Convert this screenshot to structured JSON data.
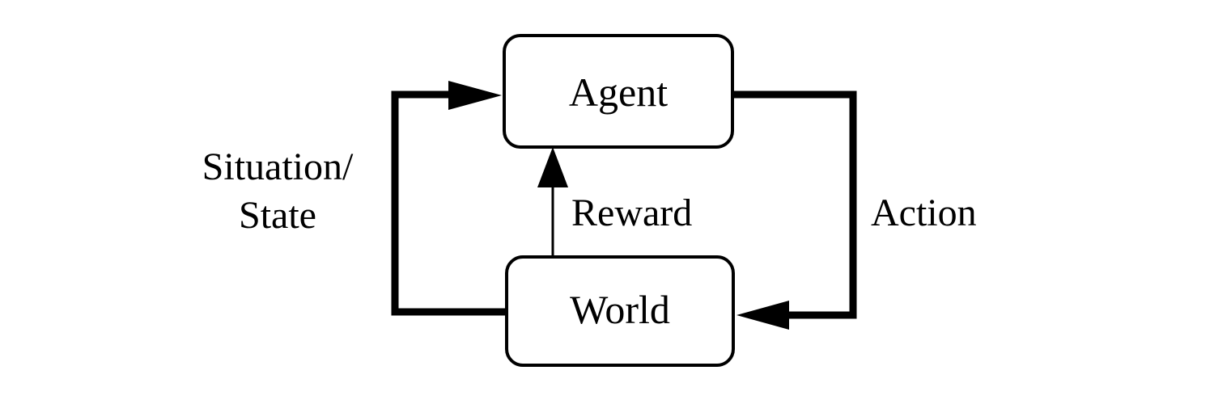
{
  "nodes": {
    "agent": {
      "label": "Agent"
    },
    "world": {
      "label": "World"
    }
  },
  "edges": {
    "state": {
      "label_line1": "Situation/",
      "label_line2": "State"
    },
    "reward": {
      "label": "Reward"
    },
    "action": {
      "label": "Action"
    }
  },
  "colors": {
    "line": "#000000",
    "background": "#ffffff"
  }
}
